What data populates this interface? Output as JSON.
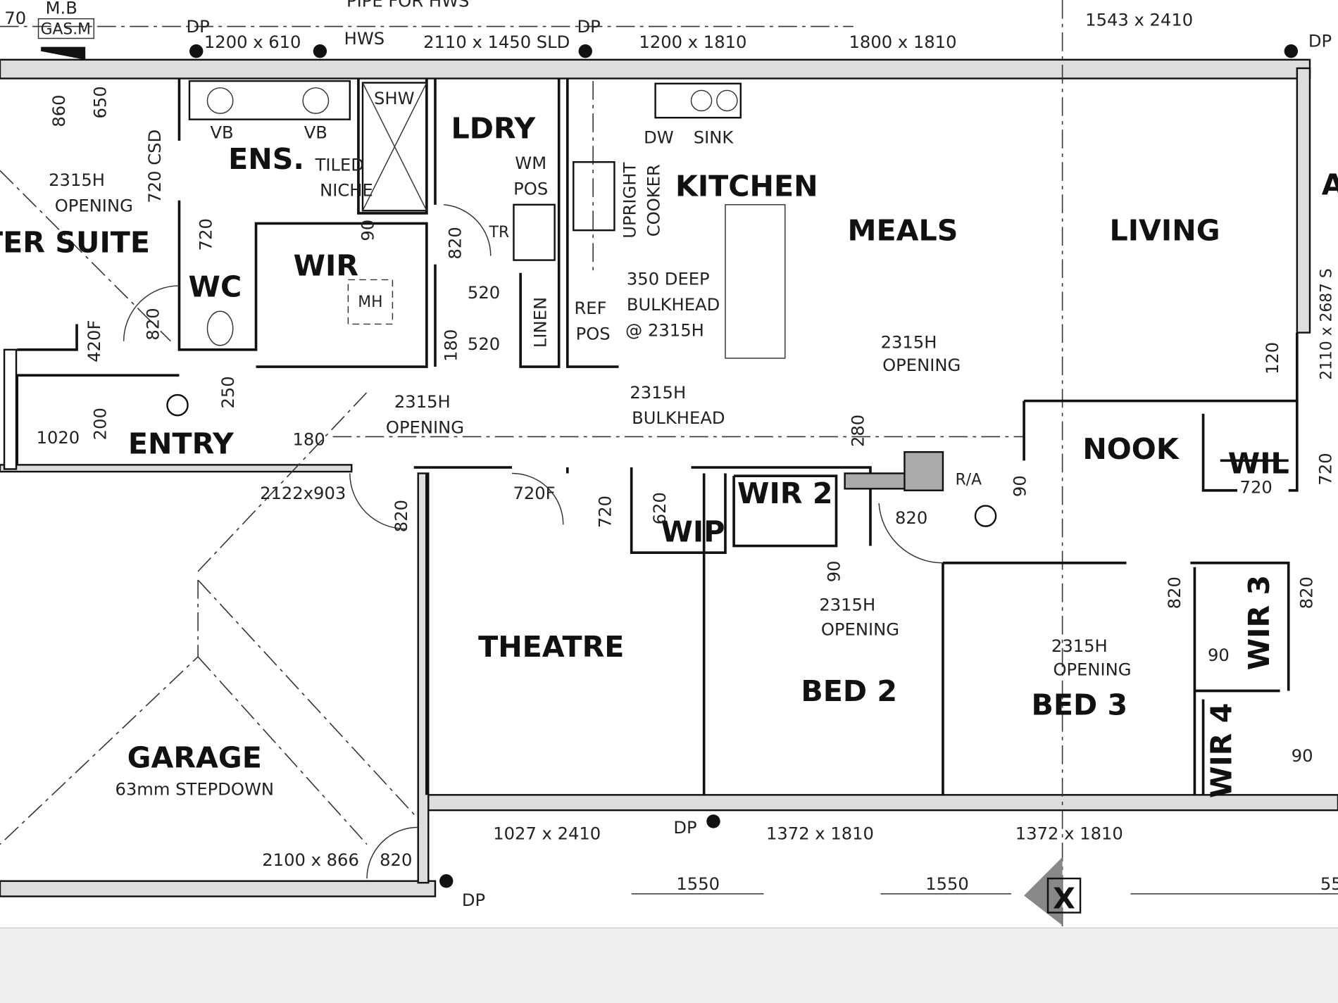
{
  "rooms": {
    "master_suite": "TER SUITE",
    "ensuite": "ENS.",
    "wc": "WC",
    "wir": "WIR",
    "laundry": "LDRY",
    "kitchen": "KITCHEN",
    "meals": "MEALS",
    "living": "LIVING",
    "entry": "ENTRY",
    "nook": "NOOK",
    "wil": "WIL",
    "wir2": "WIR 2",
    "wip": "WIP",
    "theatre": "THEATRE",
    "bed2": "BED 2",
    "bed3": "BED 3",
    "garage": "GARAGE",
    "wir3": "WIR 3",
    "wir4": "WIR 4",
    "cut_room": "A"
  },
  "notes": {
    "mb": "M.B",
    "gas": "GAS.M",
    "pipe": "PIPE FOR HWS",
    "hws": "HWS",
    "n70": "70",
    "dp": "DP",
    "vb": "VB",
    "shw": "SHW",
    "tiled": "TILED",
    "niche": "NICHE",
    "csd": "720 CSD",
    "opening_h": "2315H",
    "opening": "OPENING",
    "wm": "WM",
    "pos": "POS",
    "tr": "TR",
    "linen": "LINEN",
    "ref": "REF",
    "dw": "DW",
    "sink": "SINK",
    "upright": "UPRIGHT",
    "cooker": "COOKER",
    "bulk1": "350 DEEP",
    "bulk2": "BULKHEAD",
    "bulk3": "@ 2315H",
    "bulkhead": "BULKHEAD",
    "mh": "MH",
    "ra": "R/A",
    "stepdown": "63mm STEPDOWN",
    "x": "X"
  },
  "windows": {
    "w1": "1200 x 610",
    "w2": "2110 x 1450 SLD",
    "w3": "1200 x 1810",
    "w4": "1800 x 1810",
    "w5": "1543 x 2410",
    "w6": "2122x903",
    "w7": "1027 x 2410",
    "w8": "1372 x 1810",
    "w9": "1372 x 1810",
    "w10": "2100 x 866",
    "w11": "2110 x 2687 S"
  },
  "dims": {
    "d860": "860",
    "d650": "650",
    "d720": "720",
    "d820": "820",
    "d420f": "420F",
    "d1020": "1020",
    "d200": "200",
    "d250": "250",
    "d180": "180",
    "d90": "90",
    "d520": "520",
    "d720f": "720F",
    "d620": "620",
    "d280": "280",
    "d120": "120",
    "d1550": "1550",
    "d55": "55"
  }
}
